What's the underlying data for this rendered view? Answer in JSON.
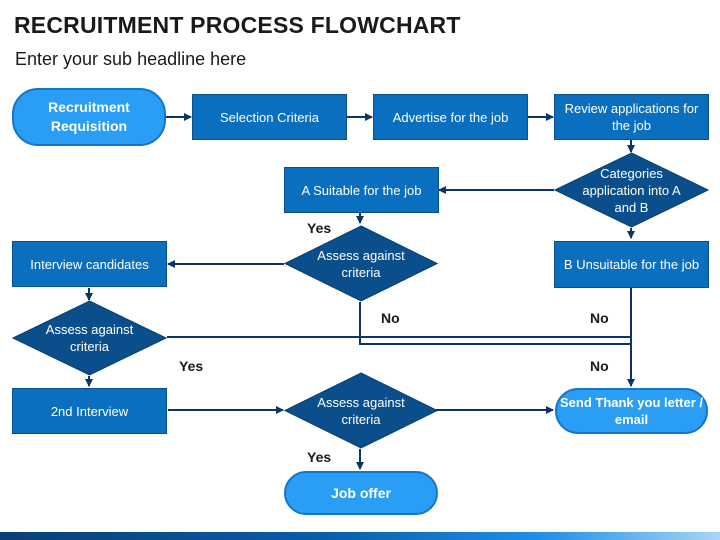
{
  "title": "RECRUITMENT PROCESS FLOWCHART",
  "subtitle": "Enter your sub headline here",
  "colors": {
    "box_fill": "#0b6fc0",
    "diamond_fill": "#0a4f8c",
    "pill_fill": "#2a9df4",
    "line": "#0a3565"
  },
  "nodes": {
    "recruitment_requisition": "Recruitment Requisition",
    "selection_criteria": "Selection Criteria",
    "advertise": "Advertise for the job",
    "review_applications": "Review applications for the job",
    "categories": "Categories application into A and B",
    "a_suitable": "A Suitable for the job",
    "b_unsuitable": "B Unsuitable for the job",
    "assess_1": "Assess against criteria",
    "interview_candidates": "Interview candidates",
    "assess_2": "Assess against criteria",
    "second_interview": "2nd Interview",
    "assess_3": "Assess against criteria",
    "send_thank_you": "Send Thank you letter / email",
    "job_offer": "Job offer"
  },
  "labels": {
    "yes_1": "Yes",
    "no_1": "No",
    "no_2": "No",
    "yes_2": "Yes",
    "no_3": "No",
    "yes_3": "Yes"
  }
}
